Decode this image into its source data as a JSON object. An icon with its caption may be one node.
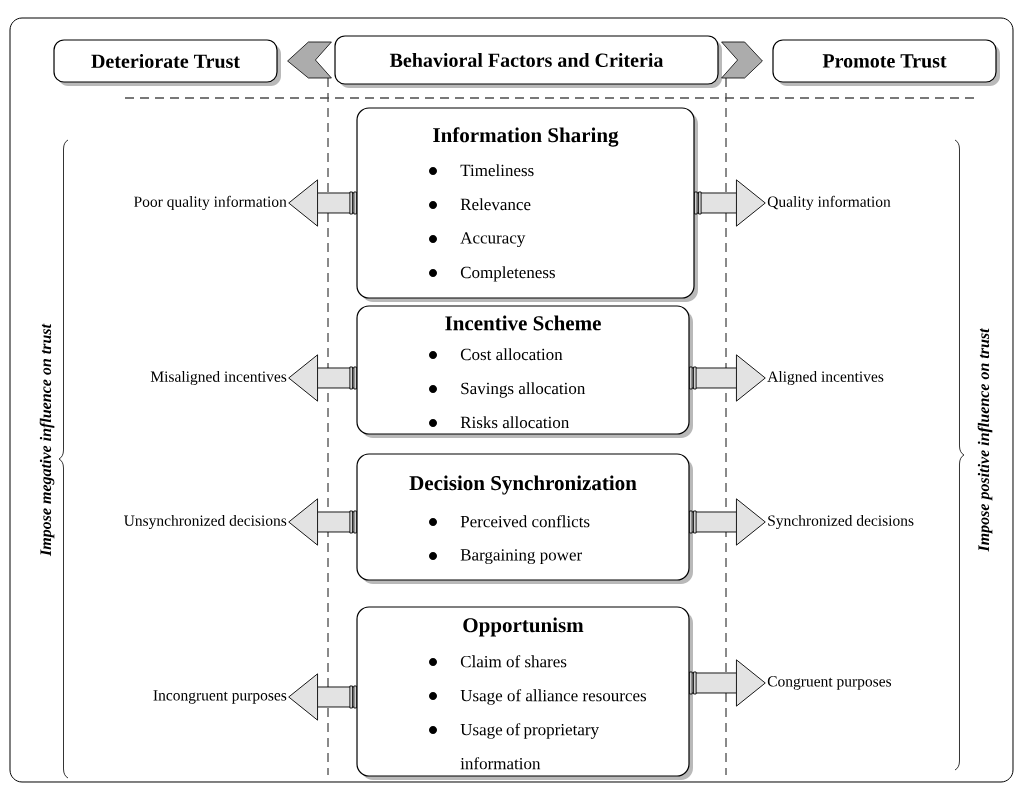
{
  "diagram": {
    "nodes": [
      {
        "text": [
          "Deteriorate Trust"
        ]
      },
      {
        "text": [
          "Behavioral Factors and  Criteria"
        ]
      },
      {
        "text": [
          "Promote Trust"
        ]
      },
      {
        "text": [
          "Information Sharing",
          "Timeliness",
          "Relevance",
          "Accuracy",
          "Completeness"
        ]
      },
      {
        "text": [
          "Incentive Scheme",
          "Cost allocation",
          "Savings allocation",
          "Risks allocation"
        ]
      },
      {
        "text": [
          "Decision Synchronization",
          "Perceived conflicts",
          "Bargaining power"
        ]
      },
      {
        "text": [
          "Opportunism",
          "Claim of shares",
          "Usage of alliance resources",
          "Usage of proprietary information"
        ]
      },
      {
        "text": [
          "Poor quality information"
        ]
      },
      {
        "text": [
          "Misaligned incentives"
        ]
      },
      {
        "text": [
          "Unsynchronized decisions"
        ]
      },
      {
        "text": [
          "Incongruent purposes"
        ]
      },
      {
        "text": [
          "Quality information"
        ]
      },
      {
        "text": [
          "Aligned incentives"
        ]
      },
      {
        "text": [
          "Synchronized decisions"
        ]
      },
      {
        "text": [
          "Congruent purposes"
        ]
      }
    ],
    "edges": [
      {
        "from": 1,
        "to": 0,
        "arrow": "to"
      },
      {
        "from": 1,
        "to": 2,
        "arrow": "to"
      },
      {
        "from": 3,
        "to": 7,
        "arrow": "to"
      },
      {
        "from": 3,
        "to": 11,
        "arrow": "to"
      },
      {
        "from": 4,
        "to": 8,
        "arrow": "to"
      },
      {
        "from": 4,
        "to": 12,
        "arrow": "to"
      },
      {
        "from": 5,
        "to": 9,
        "arrow": "to"
      },
      {
        "from": 5,
        "to": 13,
        "arrow": "to"
      },
      {
        "from": 6,
        "to": 10,
        "arrow": "to"
      },
      {
        "from": 6,
        "to": 14,
        "arrow": "to"
      }
    ],
    "labels": [
      "Impose megative influence on trust",
      "Impose positive influence on trust"
    ]
  }
}
